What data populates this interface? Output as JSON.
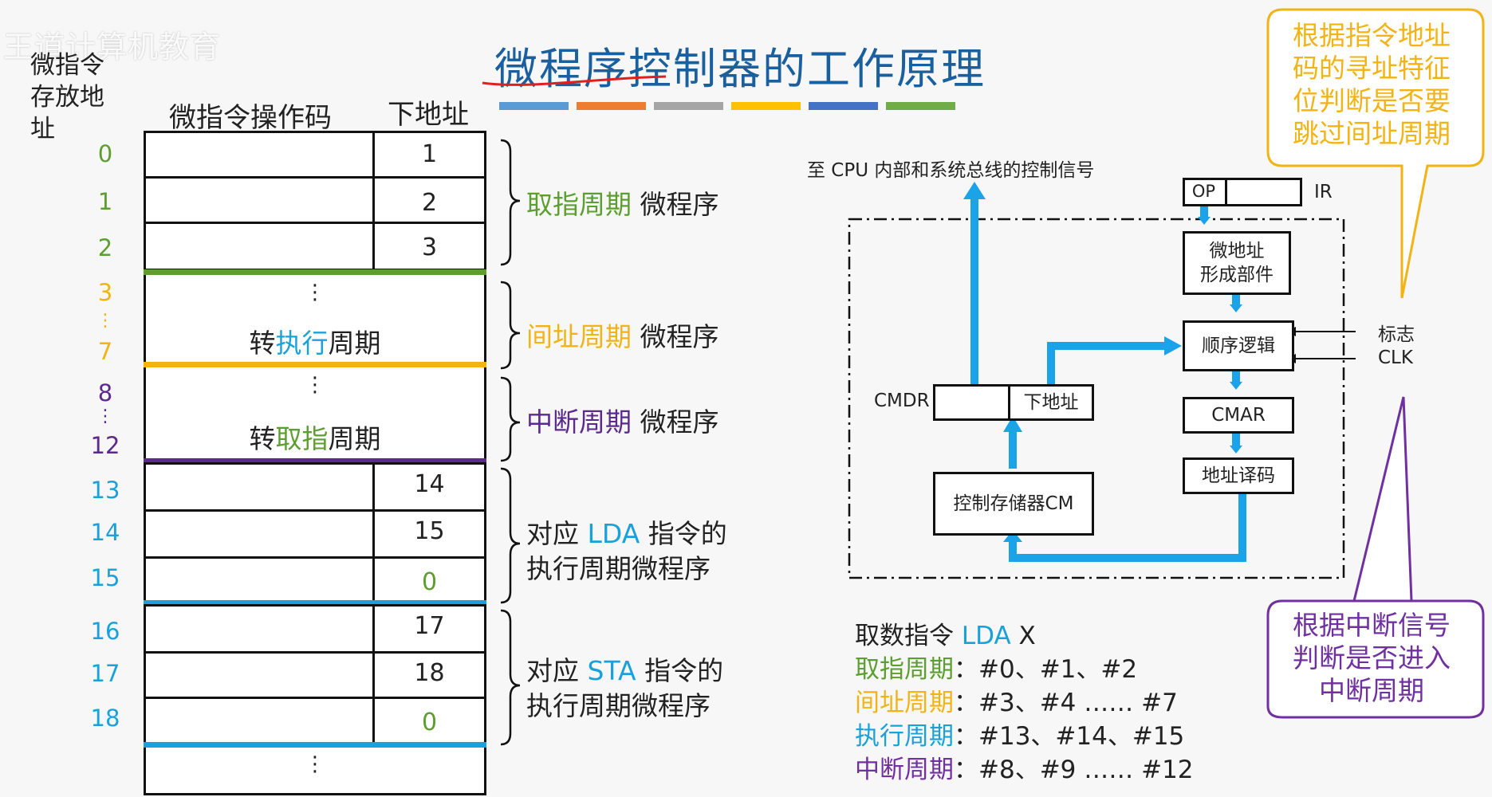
{
  "watermark": "王道计算机教育",
  "title": "微程序控制器的工作原理",
  "title_color_bars": [
    "#5b9bd5",
    "#ed7d31",
    "#a5a5a5",
    "#ffc000",
    "#4472c4",
    "#70ad47"
  ],
  "colors": {
    "green": "#5c9e2f",
    "yellow": "#f2b314",
    "purple": "#5b2a8c",
    "blue": "#1ba1d9",
    "arrow": "#1aa3e8"
  },
  "table": {
    "addr_header": [
      "微指令",
      "存放地",
      "址"
    ],
    "opcode_header": "微指令操作码",
    "next_header": "下地址",
    "fetch_rows": [
      {
        "addr": "0",
        "next": "1"
      },
      {
        "addr": "1",
        "next": "2"
      },
      {
        "addr": "2",
        "next": "3"
      }
    ],
    "indirect": {
      "addr_start": "3",
      "addr_dots": "⋮",
      "addr_end": "7",
      "dots": "⋮",
      "text_pre": "转",
      "text_hl": "执行",
      "text_post": "周期"
    },
    "interrupt": {
      "addr_start": "8",
      "addr_dots": "⋮",
      "addr_end": "12",
      "dots": "⋮",
      "text_pre": "转",
      "text_hl": "取指",
      "text_post": "周期"
    },
    "lda_rows": [
      {
        "addr": "13",
        "next": "14"
      },
      {
        "addr": "14",
        "next": "15"
      },
      {
        "addr": "15",
        "next": "0"
      }
    ],
    "sta_rows": [
      {
        "addr": "16",
        "next": "17"
      },
      {
        "addr": "17",
        "next": "18"
      },
      {
        "addr": "18",
        "next": "0"
      }
    ],
    "bottom_dots": "⋮"
  },
  "braces": {
    "fetch": {
      "colored": "取指周期",
      "rest": " 微程序"
    },
    "indirect": {
      "colored": "间址周期",
      "rest": " 微程序"
    },
    "interrupt": {
      "colored": "中断周期",
      "rest": " 微程序"
    },
    "lda": {
      "line1_pre": "对应 ",
      "line1_hl": "LDA",
      "line1_post": " 指令的",
      "line2": "执行周期微程序"
    },
    "sta": {
      "line1_pre": "对应 ",
      "line1_hl": "STA",
      "line1_post": " 指令的",
      "line2": "执行周期微程序"
    }
  },
  "diagram": {
    "signal_label": "至 CPU 内部和系统总线的控制信号",
    "op": "OP",
    "ir": "IR",
    "micro_addr_gen": [
      "微地址",
      "形成部件"
    ],
    "seq_logic": "顺序逻辑",
    "flag": "标志",
    "clk": "CLK",
    "cmar": "CMAR",
    "addr_decoder": "地址译码",
    "cmdr": "CMDR",
    "next_addr": "下地址",
    "control_memory": "控制存储器CM"
  },
  "callouts": {
    "top": [
      "根据指令地址",
      "码的寻址特征",
      "位判断是否要",
      "跳过间址周期"
    ],
    "bottom": [
      "根据中断信号",
      "判断是否进入",
      "中断周期"
    ]
  },
  "legend": {
    "title_pre": "取数指令 ",
    "title_hl": "LDA",
    "title_post": " X",
    "fetch": {
      "label": "取指周期",
      "value": "：#0、#1、#2"
    },
    "indirect": {
      "label": "间址周期",
      "value": "：#3、#4 …… #7"
    },
    "execute": {
      "label": "执行周期",
      "value": "：#13、#14、#15"
    },
    "interrupt": {
      "label": "中断周期",
      "value": "：#8、#9 …… #12"
    }
  }
}
